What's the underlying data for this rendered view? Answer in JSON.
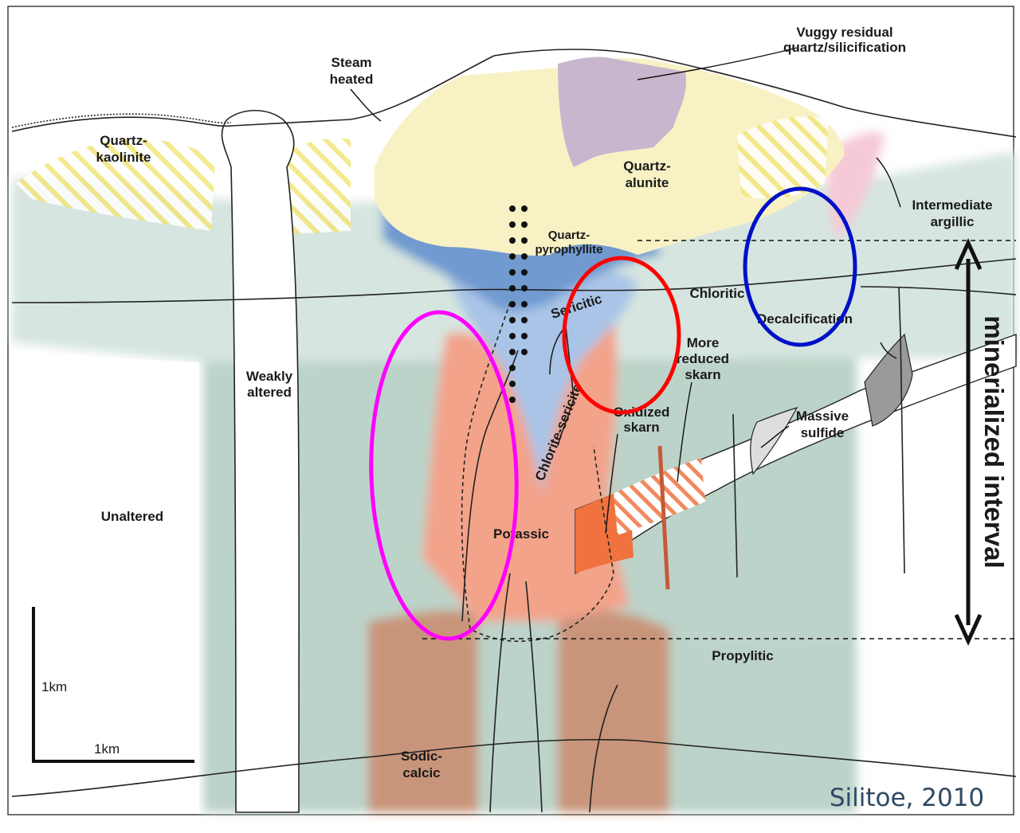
{
  "diagram": {
    "labels": {
      "vuggy": [
        "Vuggy residual",
        "quartz/silicification"
      ],
      "steam": [
        "Steam",
        "heated"
      ],
      "quartz_kaolinite": [
        "Quartz-",
        "kaolinite"
      ],
      "quartz_alunite": [
        "Quartz-",
        "alunite"
      ],
      "intermediate_argillic": [
        "Intermediate",
        "argillic"
      ],
      "quartz_pyrophyllite": [
        "Quartz-",
        "pyrophyllite"
      ],
      "chloritic": "Chloritic",
      "sericitic": "Sericitic",
      "decalcification": "Decalcification",
      "weakly_altered": [
        "Weakly",
        "altered"
      ],
      "more_reduced_skarn": [
        "More",
        "reduced",
        "skarn"
      ],
      "oxidized_skarn": [
        "Oxidized",
        "skarn"
      ],
      "massive_sulfide": [
        "Massive",
        "sulfide"
      ],
      "chlorite_sericite": "Chlorite-sericite",
      "unaltered": "Unaltered",
      "potassic": "Potassic",
      "propylitic": "Propylitic",
      "sodic_calcic": [
        "Sodic-",
        "calcic"
      ],
      "scale_vertical": "1km",
      "scale_horizontal": "1km"
    },
    "annotation": {
      "interval_label": "minerialized interval",
      "citation": "Silitoe, 2010"
    },
    "highlight_colors": {
      "magenta": "#ff00ff",
      "red": "#ff0000",
      "blue": "#0010c8"
    },
    "zone_colors": {
      "propylitic": "#bcd3c9",
      "potassic": "#f3a38a",
      "sodic_calcic": "#c9957a",
      "chloritic": "#d2e2dc",
      "sericitic": "#a8c4e4",
      "pyrophyllite": "#6f9ad0",
      "alunite": "#f8f1c4",
      "vuggy": "#c8b6cf",
      "argillic": "#f6c9d6"
    }
  }
}
